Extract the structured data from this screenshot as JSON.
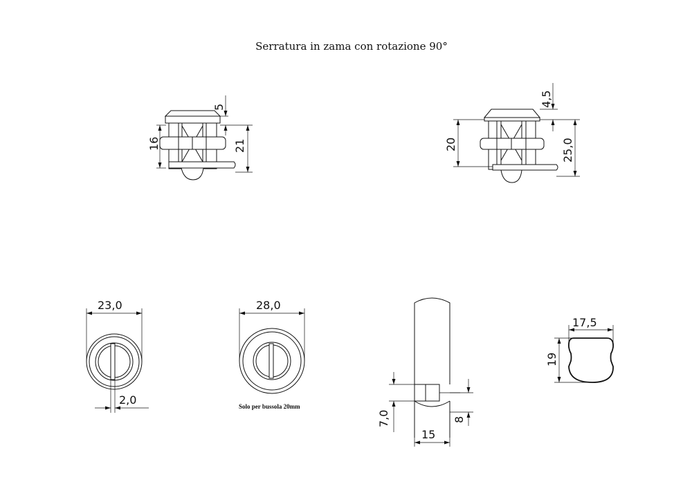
{
  "title": "Serratura in zama con rotazione 90°",
  "note": "Solo per bussola 20mm",
  "dimensions": {
    "side_small_top": "5",
    "side_small_height": "16",
    "side_small_total": "21",
    "side_large_top": "4,5",
    "side_large_height": "20",
    "side_large_total": "25,0",
    "front_small_diameter": "23,0",
    "front_small_slot": "2,0",
    "front_large_diameter": "28,0",
    "cam_height": "7,0",
    "cam_offset": "8",
    "cam_width": "15",
    "key_width": "17,5",
    "key_height": "19"
  }
}
